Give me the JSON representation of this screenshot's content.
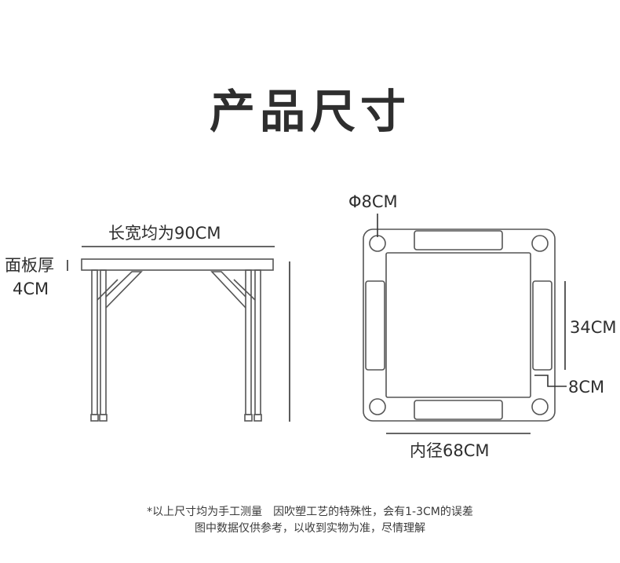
{
  "title": "产品尺寸",
  "side_view": {
    "width_label": "长宽均为90CM",
    "thickness_label_line1": "面板厚",
    "thickness_label_line2": "4CM"
  },
  "top_view": {
    "cup_label": "Φ8CM",
    "tray_length_label": "34CM",
    "tray_width_label": "8CM",
    "inner_label": "内径68CM"
  },
  "notes": {
    "line1": "*以上尺寸均为手工测量　因吹塑工艺的特殊性，会有1-3CM的误差",
    "line2": "图中数据仅供参考，以收到实物为准，尽情理解"
  }
}
